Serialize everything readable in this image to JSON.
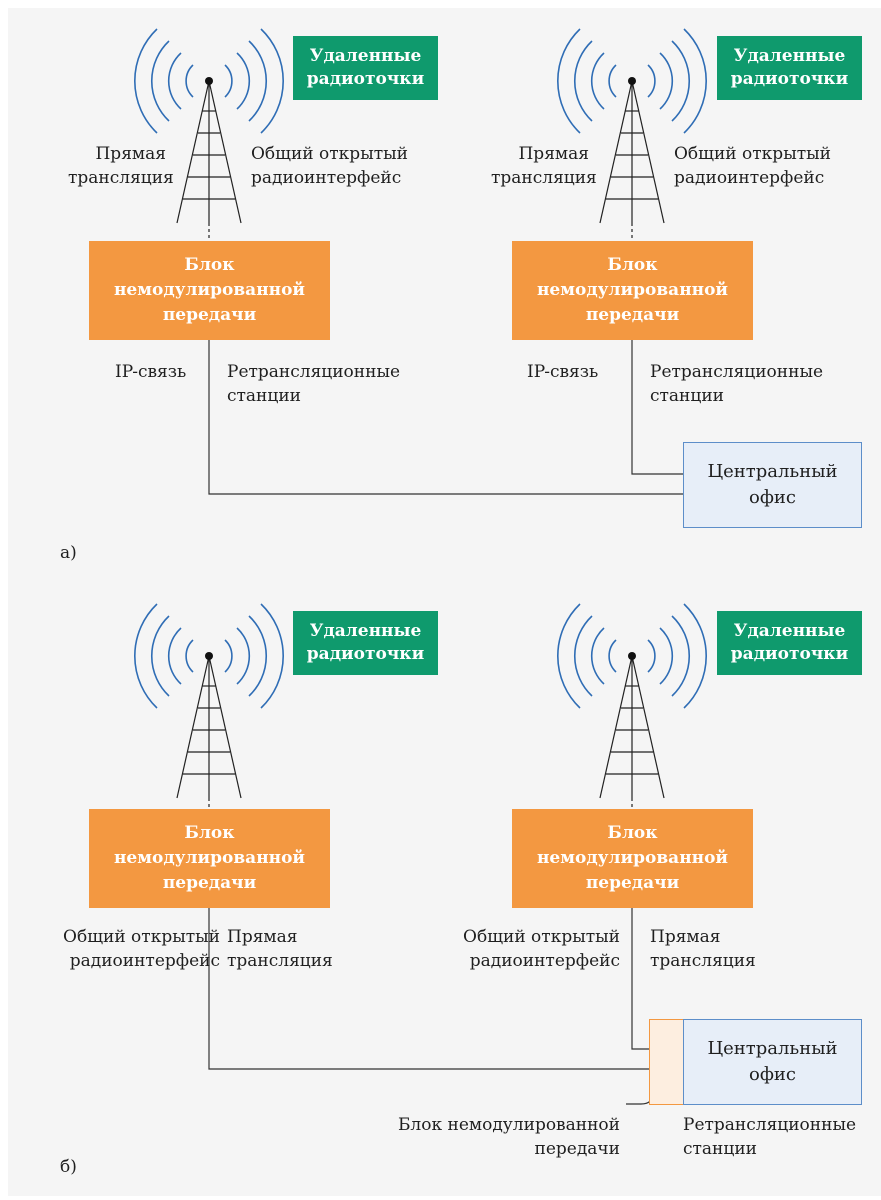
{
  "diagram_a": {
    "caption": "а)",
    "left_tower": {
      "remote_points": "Удаленные радиоточки",
      "label_left": "Прямая трансляция",
      "label_right": "Общий открытый радиоинтерфейс",
      "block": "Блок немодулированной передачи",
      "link_left": "IP-связь",
      "link_right": "Ретрансляционные станции"
    },
    "right_tower": {
      "remote_points": "Удаленные радиоточки",
      "label_left": "Прямая трансляция",
      "label_right": "Общий открытый радиоинтерфейс",
      "block": "Блок немодулированной передачи",
      "link_left": "IP-связь",
      "link_right": "Ретрансляционные станции"
    },
    "office": "Центральный офис"
  },
  "diagram_b": {
    "caption": "б)",
    "left_tower": {
      "remote_points": "Удаленные радиоточки",
      "block": "Блок немодулированной передачи",
      "link_left": "Общий открытый радиоинтерфейс",
      "link_right": "Прямая трансляция"
    },
    "right_tower": {
      "remote_points": "Удаленные радиоточки",
      "block": "Блок немодулированной передачи",
      "link_left": "Общий открытый радиоинтерфейс",
      "link_right": "Прямая трансляция"
    },
    "office": "Центральный офис",
    "callout_left": "Блок немодулированной передачи",
    "callout_right": "Ретрансляционные станции"
  },
  "colors": {
    "green": "#0f9a6d",
    "orange": "#f39841",
    "office_fill": "#e7eef8",
    "office_border": "#5d8ec9",
    "wave": "#2f6db5",
    "line": "#333333"
  }
}
